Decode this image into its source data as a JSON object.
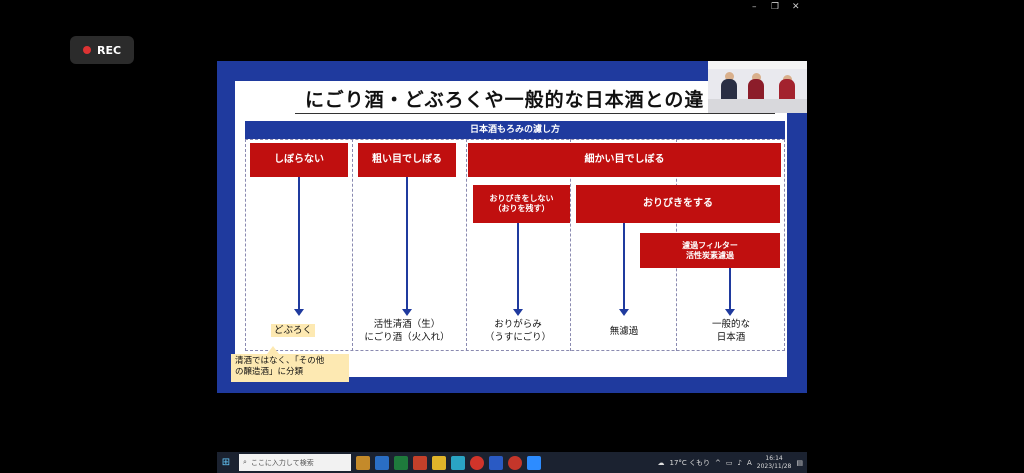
{
  "window_controls": {
    "minimize": "–",
    "restore": "❐",
    "close": "✕"
  },
  "rec": {
    "label": "REC"
  },
  "slide": {
    "title": "にごり酒・どぶろくや一般的な日本酒との違",
    "header": "日本酒もろみの濾し方",
    "methods": {
      "no_press": "しぼらない",
      "coarse": "粗い目でしぼる",
      "fine": "細かい目でしぼる"
    },
    "sub": {
      "no_ori_line1": "おりびきをしない",
      "no_ori_line2": "（おりを残す）",
      "ori": "おりびきをする",
      "filter_line1": "濾過フィルター",
      "filter_line2": "活性炭素濾過"
    },
    "results": {
      "doburoku": "どぶろく",
      "kassei_line1": "活性清酒（生）",
      "kassei_line2": "にごり酒（火入れ）",
      "origarami_line1": "おりがらみ",
      "origarami_line2": "（うすにごり）",
      "muroka": "無濾過",
      "ippan_line1": "一般的な",
      "ippan_line2": "日本酒"
    },
    "note_line1": "清酒ではなく、「その他",
    "note_line2": "の醸造酒」に分類"
  },
  "taskbar": {
    "start_icon": "windows-icon",
    "search_placeholder": "ここに入力して検索",
    "weather": "17°C くもり",
    "ime": "A",
    "time": "16:14",
    "date": "2023/11/28"
  }
}
